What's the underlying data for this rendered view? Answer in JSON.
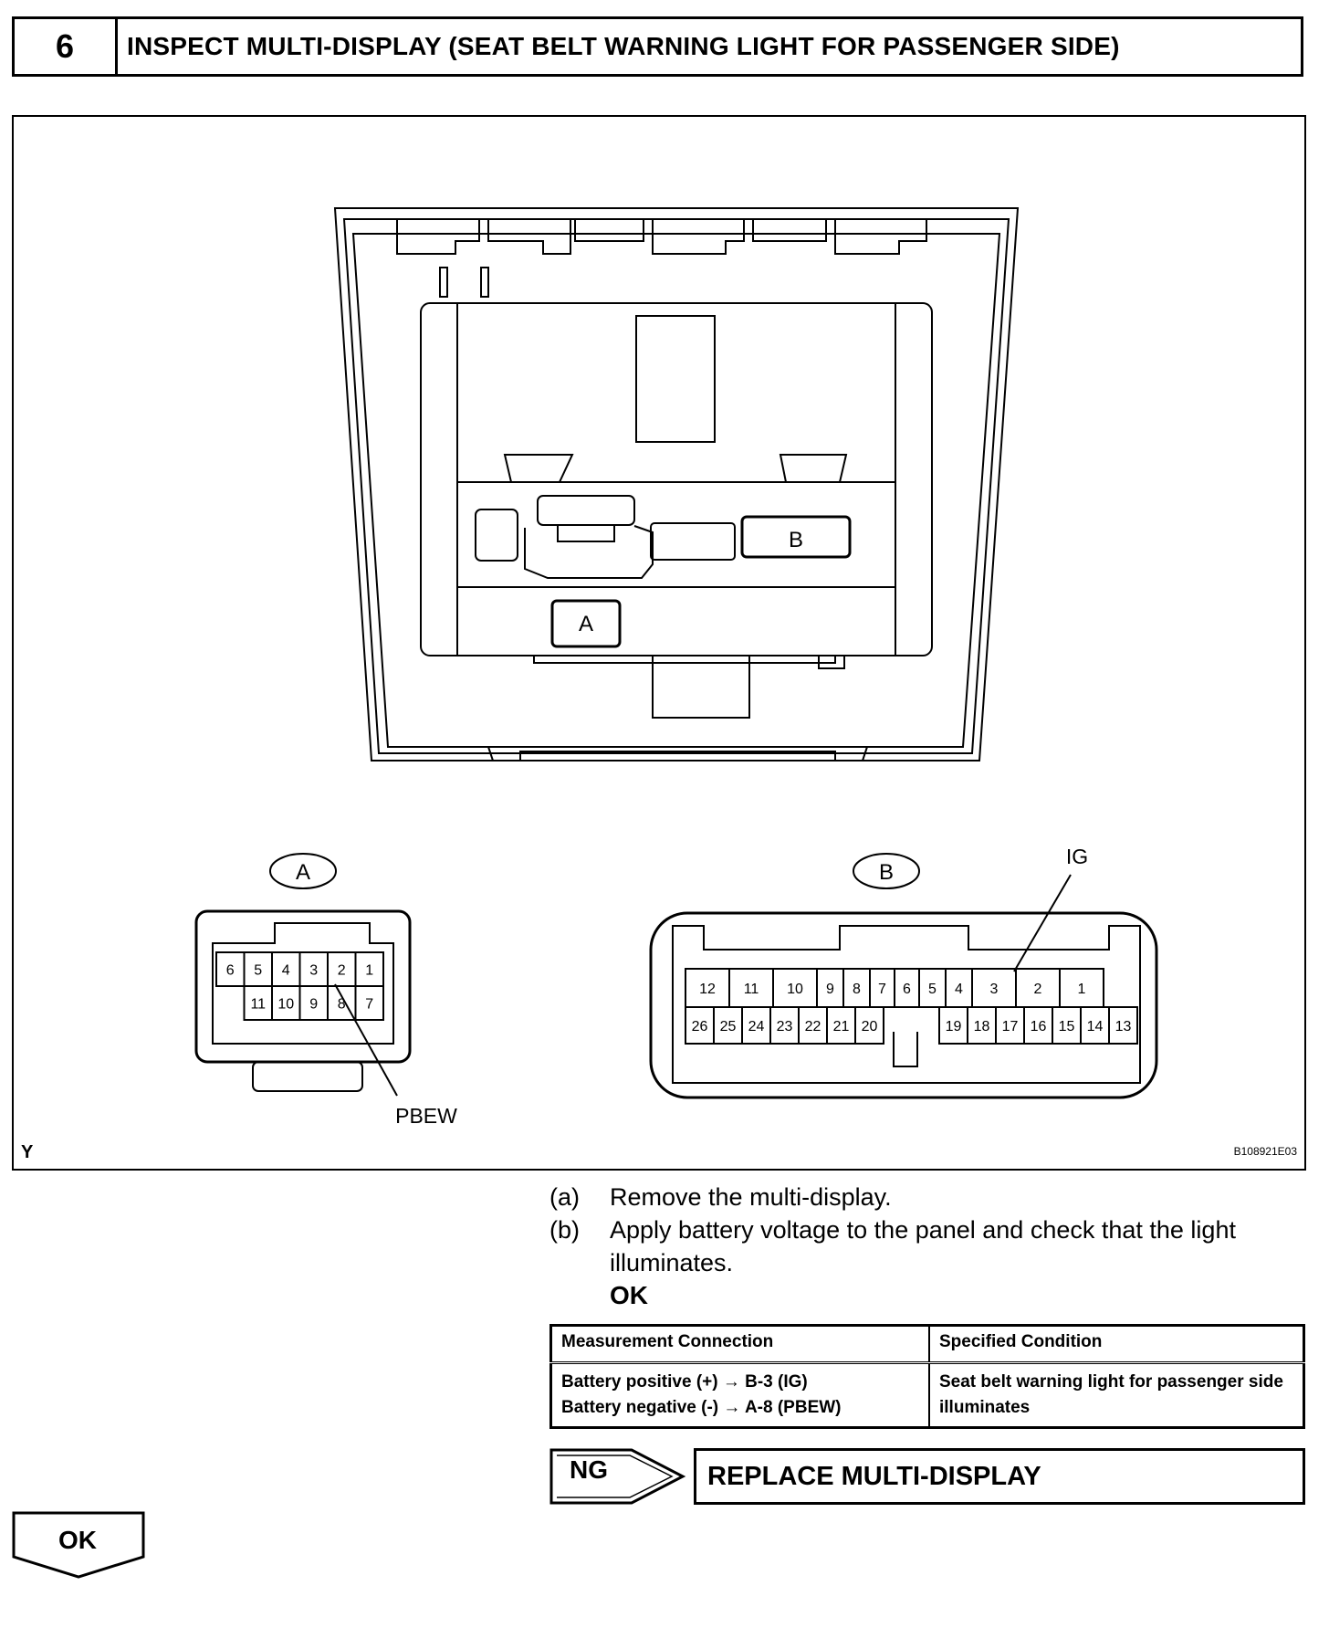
{
  "step": {
    "number": "6",
    "title": "INSPECT MULTI-DISPLAY (SEAT BELT WARNING LIGHT FOR PASSENGER SIDE)"
  },
  "figure": {
    "corner_label": "Y",
    "ref_code": "B108921E03",
    "callout_a": "A",
    "callout_b": "B",
    "connector_a": {
      "title": "A",
      "row1": [
        "6",
        "5",
        "4",
        "3",
        "2",
        "1"
      ],
      "row2": [
        "11",
        "10",
        "9",
        "8",
        "7"
      ],
      "pin_label": "PBEW"
    },
    "connector_b": {
      "title": "B",
      "row1": [
        "12",
        "11",
        "10",
        "9",
        "8",
        "7",
        "6",
        "5",
        "4",
        "3",
        "2",
        "1"
      ],
      "row2_left": [
        "26",
        "25",
        "24",
        "23",
        "22",
        "21",
        "20"
      ],
      "row2_right": [
        "19",
        "18",
        "17",
        "16",
        "15",
        "14",
        "13"
      ],
      "pin_label": "IG"
    }
  },
  "instructions": [
    {
      "label": "(a)",
      "text": "Remove the multi-display."
    },
    {
      "label": "(b)",
      "text": "Apply battery voltage to the panel and check that the light illuminates."
    }
  ],
  "ok_note": "OK",
  "spec_table": {
    "headers": [
      "Measurement Connection",
      "Specified Condition"
    ],
    "rows": [
      {
        "connection_line1": "Battery positive (+) → B-3 (IG)",
        "connection_line2": "Battery negative (-) → A-8 (PBEW)",
        "condition": "Seat belt warning light for passenger side illuminates"
      }
    ]
  },
  "result_ng": {
    "label": "NG",
    "action": "REPLACE MULTI-DISPLAY"
  },
  "result_ok": {
    "label": "OK"
  }
}
